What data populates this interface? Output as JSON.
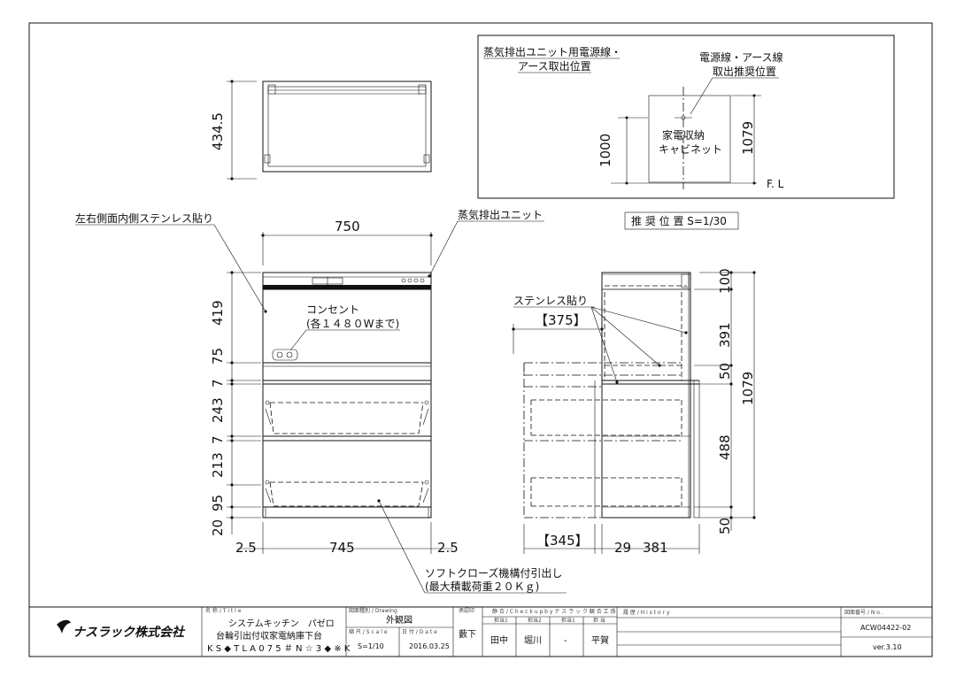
{
  "labels": {
    "side_panel": "左右側面内側ステンレス貼り",
    "steam_unit": "蒸気排出ユニット",
    "outlet_line1": "コンセント",
    "outlet_line2": "(各１４８０Wまで)",
    "stainless": "ステンレス貼り",
    "drawer_line1": "ソフトクローズ機構付引出し",
    "drawer_line2": "(最大積載荷重２０Ｋｇ)"
  },
  "inset": {
    "title_line1": "蒸気排出ユニット用電源線・",
    "title_line2": "アース取出位置",
    "power_line1": "電源線・アース線",
    "power_line2": "取出推奨位置",
    "cabinet_line1": "家電収納",
    "cabinet_line2": "キャビネット",
    "dim_left": "1000",
    "dim_right": "1079",
    "fl": "F. L",
    "scale_note": "推 奨 位 置 S=1/30"
  },
  "dims": {
    "top_depth": "434.5",
    "width": "750",
    "h419": "419",
    "h75": "75",
    "h7a": "7",
    "h243": "243",
    "h7b": "7",
    "h213": "213",
    "h95": "95",
    "h20": "20",
    "b2_5_left": "2.5",
    "b745": "745",
    "b2_5_right": "2.5",
    "s375": "【375】",
    "s345": "【345】",
    "s29": "29",
    "s381": "381",
    "r100": "100",
    "r391": "391",
    "r50a": "50",
    "r488": "488",
    "r50b": "50",
    "r1079": "1079"
  },
  "title_block": {
    "company": "ナスラック株式会社",
    "title_header": "名 称 / T i t l e",
    "title_line1": "システムキッチン　パゼロ",
    "title_line2": "台輪引出付収家電納庫下台",
    "title_line3": "K S ◆ T L A 0 7 5 ＃ N ☆ 3 ◆ ※ K",
    "drawing_header": "図面種別 / Drawing",
    "drawing_value": "外観図",
    "scale_header": "縮 尺 / S c a l e",
    "scale_value": "S=1/10",
    "date_header": "日 付 / D a t e",
    "date_value": "2016.03.25",
    "author_header": "承認印",
    "author_value": "藪下",
    "check_header": "静 合 / C h e c k  u p  b y  ナ ス ラ ッ ク 観 合 工 係",
    "check_sub1": "担当1",
    "check_sub2": "担当2",
    "check_sub3": "担当1",
    "check_sub4": "担 当",
    "check_name1": "田中",
    "check_name2": "堀川",
    "check_name3": "-",
    "check_name4": "平賀",
    "history_header": "履 歴 / H i s t o r y",
    "number_header": "図面番号 / N o .",
    "number_value": "ACW04422-02",
    "version_value": "ver.3.10"
  }
}
